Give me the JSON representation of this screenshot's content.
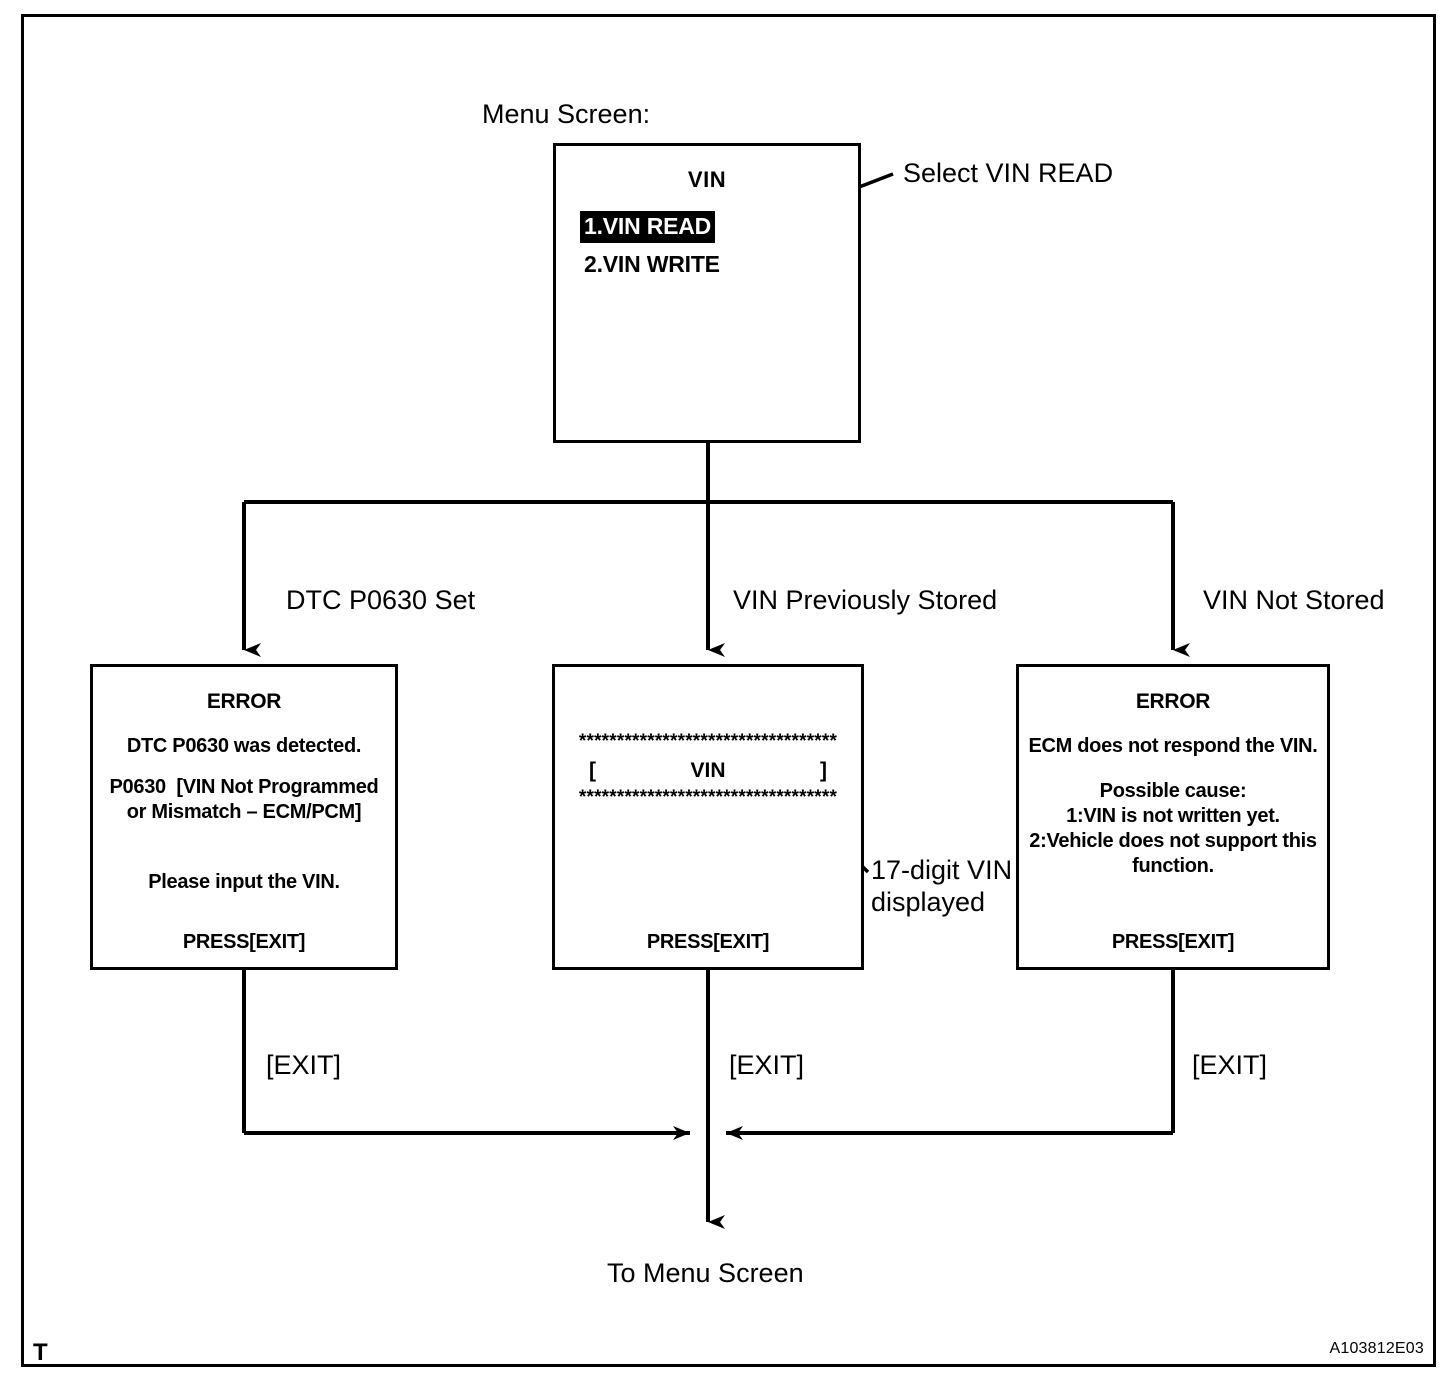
{
  "figure": {
    "code": "A103812E03",
    "corner_marker": "T"
  },
  "labels": {
    "menu_screen_caption": "Menu Screen:",
    "select_vin_read": "Select VIN READ",
    "branch_left": "DTC P0630 Set",
    "branch_middle": "VIN Previously Stored",
    "branch_right": "VIN Not Stored",
    "exit_left": "[EXIT]",
    "exit_middle": "[EXIT]",
    "exit_right": "[EXIT]",
    "vin_callout_line1": "17-digit VIN",
    "vin_callout_line2": "displayed",
    "to_menu_screen": "To Menu Screen"
  },
  "menu_screen": {
    "title": "VIN",
    "items": [
      {
        "label": "1.VIN READ",
        "selected": true
      },
      {
        "label": "2.VIN WRITE",
        "selected": false
      }
    ]
  },
  "screen_left": {
    "title": "ERROR",
    "line1": "DTC P0630 was detected.",
    "line2": "P0630  [VIN Not Programmed",
    "line3": "or Mismatch – ECM/PCM]",
    "line4": "Please input the VIN.",
    "footer": "PRESS[EXIT]"
  },
  "screen_middle": {
    "stars_top": "**********************************",
    "bracket_open": "[",
    "vin_label": "VIN",
    "bracket_close": "]",
    "stars_bottom": "**********************************",
    "footer": "PRESS[EXIT]"
  },
  "screen_right": {
    "title": "ERROR",
    "line1": "ECM does not respond the VIN.",
    "line2": "Possible cause:",
    "line3": "1:VIN is not written yet.",
    "line4": "2:Vehicle does not support this",
    "line5": "function.",
    "footer": "PRESS[EXIT]"
  },
  "colors": {
    "ink": "#000000",
    "paper": "#ffffff",
    "highlight_bg": "#000000",
    "highlight_fg": "#ffffff"
  }
}
